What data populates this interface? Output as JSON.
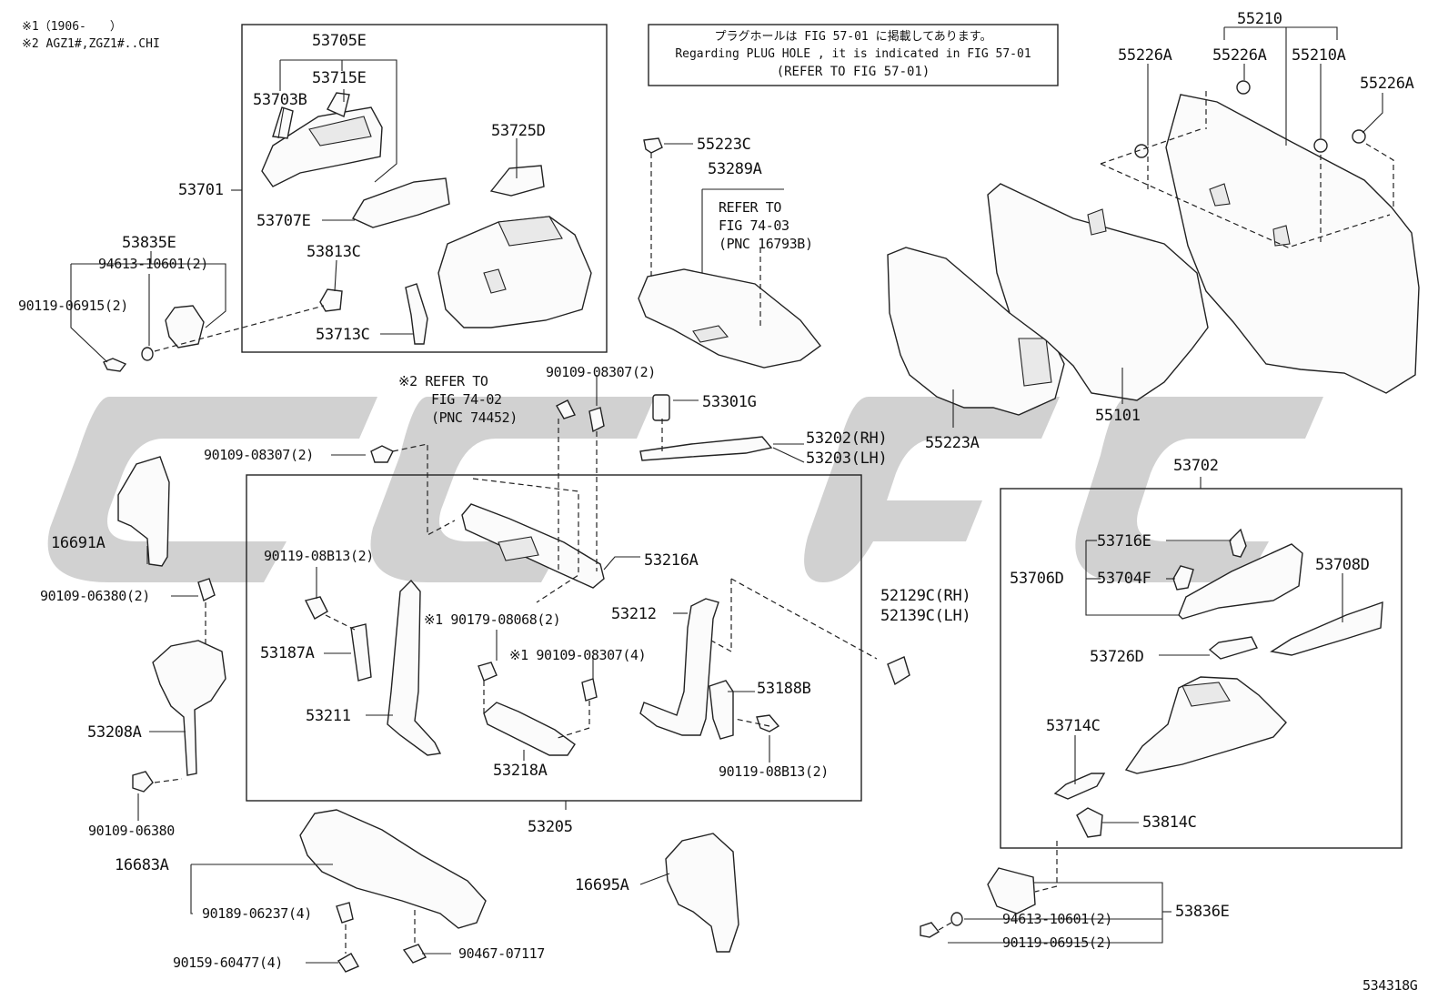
{
  "notes": {
    "footnote_1": "※1（1906-　　）",
    "footnote_2": "※2 AGZ1#,ZGZ1#..CHI",
    "plug_hole_jp": "プラグホールは FIG 57-01 に掲載してあります。",
    "plug_hole_en": "Regarding PLUG HOLE , it is indicated in FIG 57-01",
    "plug_hole_ref": "(REFER TO FIG 57-01)",
    "ref_74_03": [
      "REFER TO",
      "FIG 74-03",
      "(PNC 16793B)"
    ],
    "ref_74_02": [
      "※2 REFER TO",
      "FIG 74-02",
      "(PNC 74452)"
    ]
  },
  "labels": {
    "p53705E": "53705E",
    "p53715E": "53715E",
    "p53703B": "53703B",
    "p53725D": "53725D",
    "p53701": "53701",
    "p53707E": "53707E",
    "p53813C": "53813C",
    "p53713C": "53713C",
    "p53835E": "53835E",
    "p94613_top": "94613-10601(2)",
    "p90119_06915_top": "90119-06915(2)",
    "p55223C": "55223C",
    "p53289A": "53289A",
    "p55210": "55210",
    "p55226A_1": "55226A",
    "p55226A_2": "55226A",
    "p55210A": "55210A",
    "p55226A_3": "55226A",
    "p90109_08307_a": "90109-08307(2)",
    "p53301G": "53301G",
    "p53202": "53202(RH)",
    "p53203": "53203(LH)",
    "p55223A": "55223A",
    "p55101": "55101",
    "p90109_08307_b": "90109-08307(2)",
    "p16691A": "16691A",
    "p90109_06380_2": "90109-06380(2)",
    "p53208A": "53208A",
    "p90109_06380": "90109-06380",
    "p90119_08B13_a": "90119-08B13(2)",
    "p53216A": "53216A",
    "p53187A": "53187A",
    "p53211": "53211",
    "p90179_08068": "※1 90179-08068(2)",
    "p90109_08307_c": "※1 90109-08307(4)",
    "p53218A": "53218A",
    "p53212": "53212",
    "p53188B": "53188B",
    "p90119_08B13_b": "90119-08B13(2)",
    "p53205": "53205",
    "p52129C": "52129C(RH)",
    "p52139C": "52139C(LH)",
    "p53702": "53702",
    "p53716E": "53716E",
    "p53706D": "53706D",
    "p53704F": "53704F",
    "p53708D": "53708D",
    "p53726D": "53726D",
    "p53714C": "53714C",
    "p53814C": "53814C",
    "p53836E": "53836E",
    "p94613_bot": "94613-10601(2)",
    "p90119_06915_bot": "90119-06915(2)",
    "p16683A": "16683A",
    "p90189_06237": "90189-06237(4)",
    "p90159_60477": "90159-60477(4)",
    "p90467_07117": "90467-07117",
    "p16695A": "16695A",
    "figure_id": "534318G"
  }
}
